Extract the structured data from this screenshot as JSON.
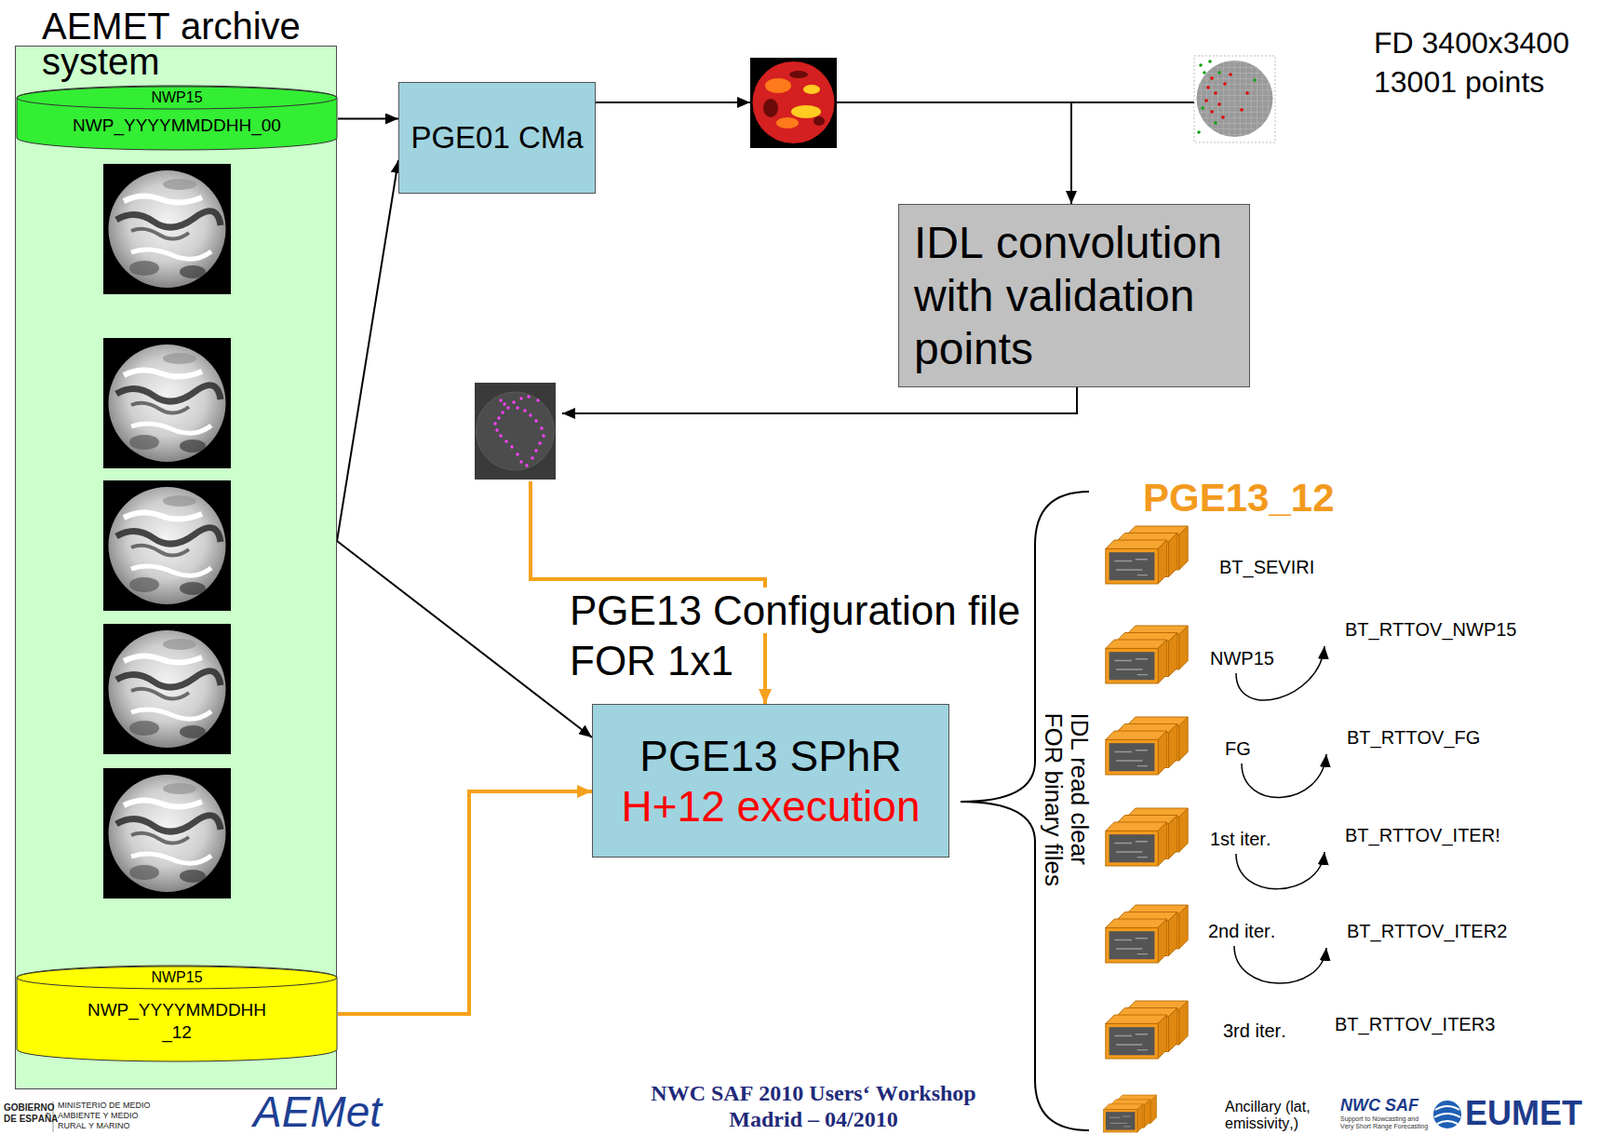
{
  "diagram": {
    "nodes": [
      {
        "text": [
          "AEMET archive system"
        ]
      },
      {
        "text": [
          "NWP15",
          "NWP_YYYYMMDDHH_00"
        ],
        "in": 0
      },
      {
        "text": [
          "NWP15",
          "NWP_YYYYMMDDHH _12"
        ],
        "in": 0
      },
      {
        "text": [
          "PGE01 CMa"
        ]
      },
      {
        "text": [
          "IDL convolution with validation points"
        ]
      },
      {
        "text": [
          "PGE13 SPhR",
          "H+12 execution"
        ]
      }
    ],
    "edges": [
      {
        "from": 1,
        "to": 3,
        "arrow": "to"
      },
      {
        "from": 0,
        "to": 3,
        "arrow": "to"
      },
      {
        "from": 0,
        "to": 5,
        "arrow": "to"
      },
      {
        "from": 2,
        "to": 5,
        "arrow": "to"
      }
    ],
    "labels": [
      "FD 3400x3400",
      "13001 points",
      "PGE13 Configuration file FOR 1x1",
      "IDL read clear FOR binary files",
      "PGE13_12",
      "BT_SEVIRI",
      "NWP15",
      "BT_RTTOV_NWP15",
      "FG",
      "BT_RTTOV_FG",
      "1st iter.",
      "BT_RTTOV_ITER!",
      "2nd iter.",
      "BT_RTTOV_ITER2",
      "3rd iter.",
      "BT_RTTOV_ITER3",
      "Ancillary (lat, emissivity,)",
      "GOBIERNO DE ESPAÑA",
      "MINISTERIO DE MEDIO AMBIENTE Y MEDIO RURAL Y MARINO",
      "AEMet",
      "NWC SAF 2010 Users‘ Workshop",
      "Madrid – 04/2010",
      "NWC SAF",
      "Support to Nowcasting and Very Short Range Forecasting",
      "EUMET"
    ]
  }
}
